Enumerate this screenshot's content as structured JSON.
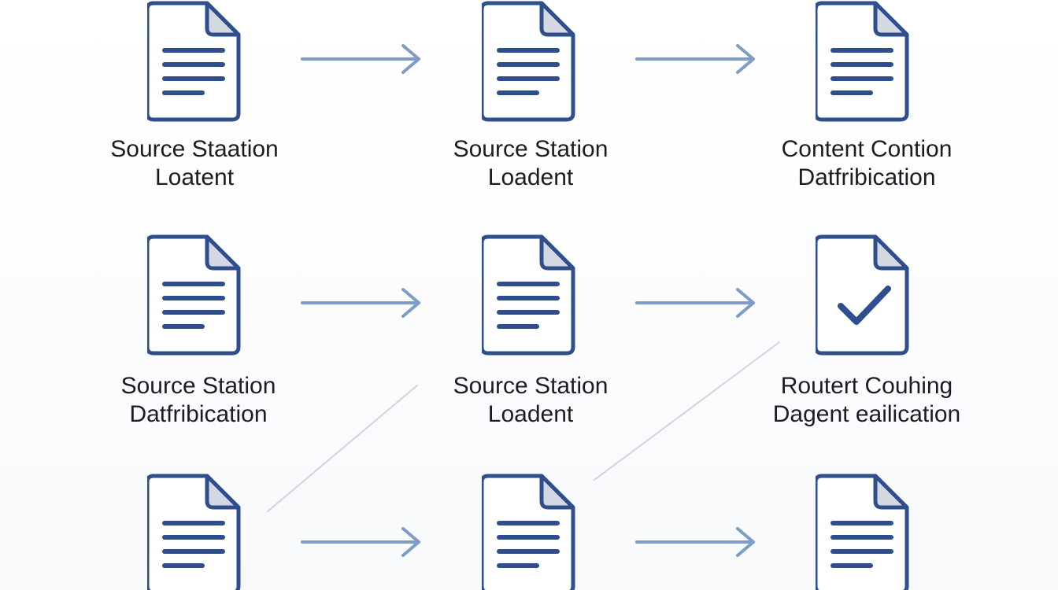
{
  "colors": {
    "doc_stroke": "#2e4f8c",
    "doc_fold_fill": "#d3d8e2",
    "arrow": "#7d9cc8",
    "connector": "#c6ccd6",
    "text": "#1b1d22"
  },
  "icons": {
    "document": "document-icon",
    "checked_document": "check-document-icon",
    "arrow": "arrow-right-icon"
  },
  "nodes": [
    {
      "id": "r1c1",
      "icon": "document-icon",
      "label_line1": "Source Staation",
      "label_line2": "Loatent"
    },
    {
      "id": "r1c2",
      "icon": "document-icon",
      "label_line1": "Source Station",
      "label_line2": "Loadent"
    },
    {
      "id": "r1c3",
      "icon": "document-icon",
      "label_line1": "Content Contion",
      "label_line2": "Datfribication"
    },
    {
      "id": "r2c1",
      "icon": "document-icon",
      "label_line1": "Source Station",
      "label_line2": "Datfribication"
    },
    {
      "id": "r2c2",
      "icon": "document-icon",
      "label_line1": "Source Station",
      "label_line2": "Loadent"
    },
    {
      "id": "r2c3",
      "icon": "check-document-icon",
      "label_line1": "Routert Couhing",
      "label_line2": "Dagent eailication"
    },
    {
      "id": "r3c1",
      "icon": "document-icon",
      "label_line1": "",
      "label_line2": ""
    },
    {
      "id": "r3c2",
      "icon": "document-icon",
      "label_line1": "",
      "label_line2": ""
    },
    {
      "id": "r3c3",
      "icon": "document-icon",
      "label_line1": "",
      "label_line2": ""
    }
  ]
}
